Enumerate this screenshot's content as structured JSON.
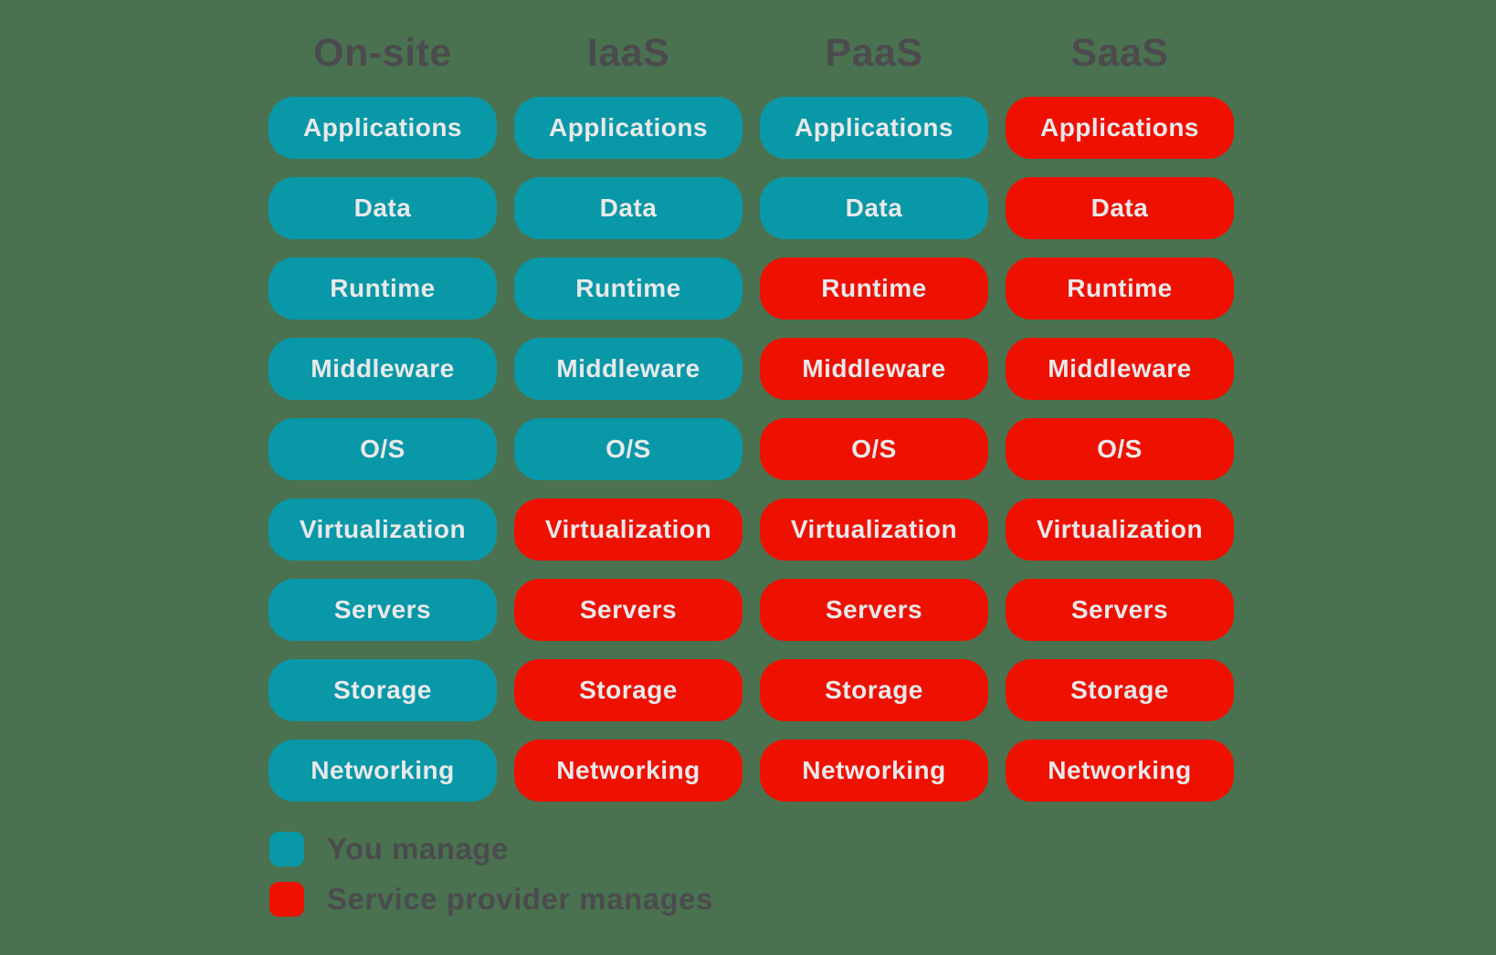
{
  "colors": {
    "background": "#4a7250",
    "you_manage": "#0998a8",
    "provider_manages": "#ee1102",
    "pill_text": "#e9e9ea",
    "heading_text": "#4b4b4e"
  },
  "columns": [
    {
      "name": "On-site",
      "layers": [
        {
          "label": "Applications",
          "managed": "you"
        },
        {
          "label": "Data",
          "managed": "you"
        },
        {
          "label": "Runtime",
          "managed": "you"
        },
        {
          "label": "Middleware",
          "managed": "you"
        },
        {
          "label": "O/S",
          "managed": "you"
        },
        {
          "label": "Virtualization",
          "managed": "you"
        },
        {
          "label": "Servers",
          "managed": "you"
        },
        {
          "label": "Storage",
          "managed": "you"
        },
        {
          "label": "Networking",
          "managed": "you"
        }
      ]
    },
    {
      "name": "IaaS",
      "layers": [
        {
          "label": "Applications",
          "managed": "you"
        },
        {
          "label": "Data",
          "managed": "you"
        },
        {
          "label": "Runtime",
          "managed": "you"
        },
        {
          "label": "Middleware",
          "managed": "you"
        },
        {
          "label": "O/S",
          "managed": "you"
        },
        {
          "label": "Virtualization",
          "managed": "provider"
        },
        {
          "label": "Servers",
          "managed": "provider"
        },
        {
          "label": "Storage",
          "managed": "provider"
        },
        {
          "label": "Networking",
          "managed": "provider"
        }
      ]
    },
    {
      "name": "PaaS",
      "layers": [
        {
          "label": "Applications",
          "managed": "you"
        },
        {
          "label": "Data",
          "managed": "you"
        },
        {
          "label": "Runtime",
          "managed": "provider"
        },
        {
          "label": "Middleware",
          "managed": "provider"
        },
        {
          "label": "O/S",
          "managed": "provider"
        },
        {
          "label": "Virtualization",
          "managed": "provider"
        },
        {
          "label": "Servers",
          "managed": "provider"
        },
        {
          "label": "Storage",
          "managed": "provider"
        },
        {
          "label": "Networking",
          "managed": "provider"
        }
      ]
    },
    {
      "name": "SaaS",
      "layers": [
        {
          "label": "Applications",
          "managed": "provider"
        },
        {
          "label": "Data",
          "managed": "provider"
        },
        {
          "label": "Runtime",
          "managed": "provider"
        },
        {
          "label": "Middleware",
          "managed": "provider"
        },
        {
          "label": "O/S",
          "managed": "provider"
        },
        {
          "label": "Virtualization",
          "managed": "provider"
        },
        {
          "label": "Servers",
          "managed": "provider"
        },
        {
          "label": "Storage",
          "managed": "provider"
        },
        {
          "label": "Networking",
          "managed": "provider"
        }
      ]
    }
  ],
  "legend": {
    "items": [
      {
        "key": "you",
        "label": "You manage"
      },
      {
        "key": "provider",
        "label": "Service provider manages"
      }
    ]
  }
}
